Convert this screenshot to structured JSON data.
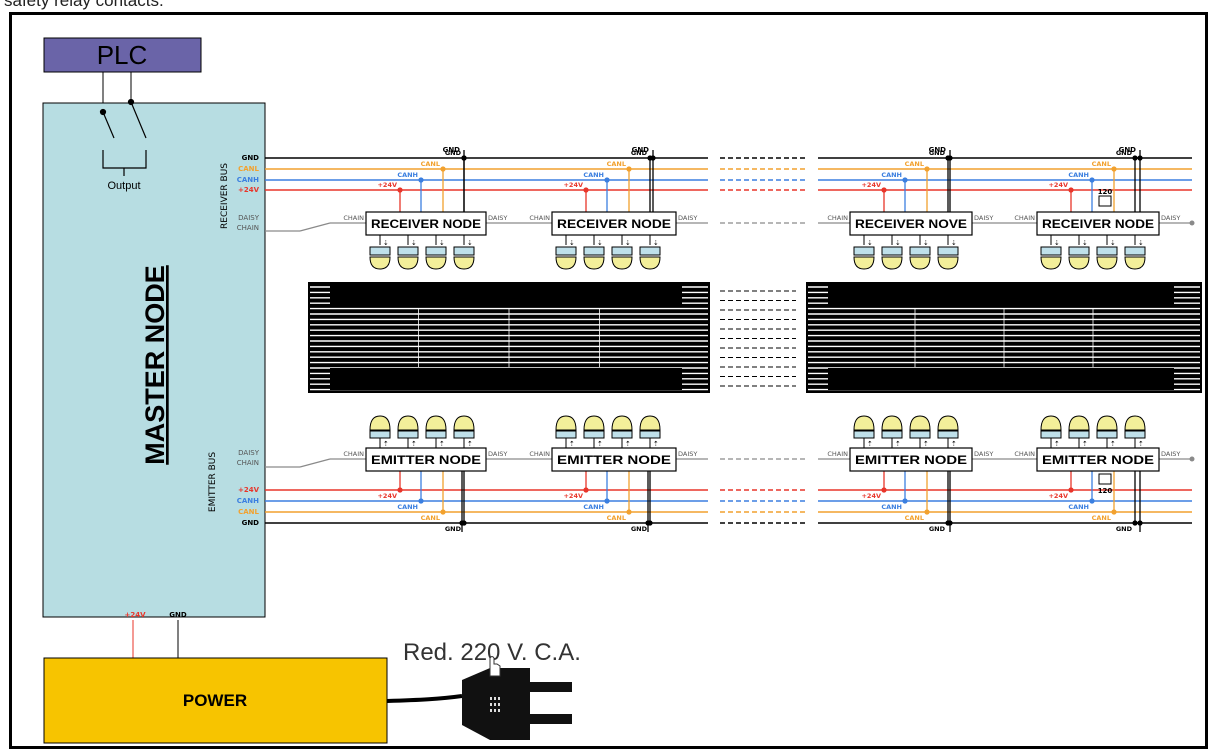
{
  "caption": "safety relay contacts.",
  "plc": {
    "label": "PLC",
    "output_label": "Output"
  },
  "master": {
    "label": "MASTER NODE",
    "receiver_bus": "RECEIVER BUS",
    "emitter_bus": "EMITTER BUS"
  },
  "power": {
    "label": "POWER",
    "v24": "+24V",
    "gnd": "GND"
  },
  "mains": {
    "label": "Red. 220 V. C.A."
  },
  "bus_labels": {
    "gnd": "GND",
    "canl": "CANL",
    "canh": "CANH",
    "v24": "+24V",
    "daisy": "DAISY",
    "chain": "CHAIN",
    "resistor": "120"
  },
  "receiver_nodes": [
    "RECEIVER NODE",
    "RECEIVER NODE",
    "RECEIVER NOVE",
    "RECEIVER NODE"
  ],
  "emitter_nodes": [
    "EMITTER NODE",
    "EMITTER NODE",
    "EMITTER NODE",
    "EMITTER NODE"
  ],
  "colors": {
    "v24": "#e8352a",
    "canh": "#3b7fe0",
    "canl": "#f2a12e",
    "gnd": "#000000",
    "chain": "#8a8a8a",
    "master_fill": "#b7dde2",
    "power_fill": "#f7c400",
    "plc_fill": "#6a64a8",
    "lens": "#f3ef9a",
    "led": "#bfe0ea"
  }
}
